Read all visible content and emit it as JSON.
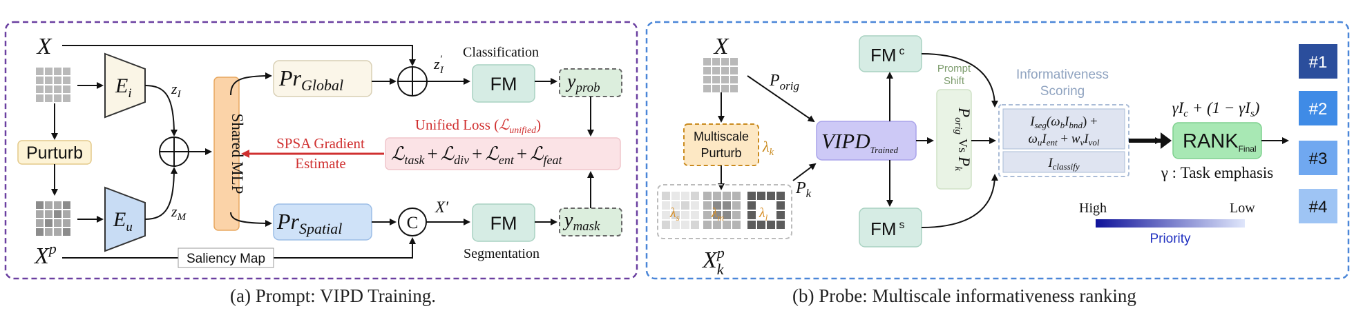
{
  "panel_a": {
    "caption": "(a) Prompt: VIPD Training.",
    "x_label": "X",
    "xp_label": "X",
    "xp_sup": "p",
    "perturb": "Purturb",
    "enc_i": "E",
    "enc_i_sub": "i",
    "enc_u": "E",
    "enc_u_sub": "u",
    "z_i": "z",
    "z_i_sub": "I",
    "z_m": "z",
    "z_m_sub": "M",
    "shared_mlp": "Shared MLP",
    "pr_global": "Pr",
    "pr_global_sub": "Global",
    "pr_spatial": "Pr",
    "pr_spatial_sub": "Spatial",
    "z_i_prime": "z",
    "z_i_prime_sup": "′",
    "z_i_prime_sub": "I",
    "x_prime": "X′",
    "classification": "Classification",
    "segmentation": "Segmentation",
    "fm": "FM",
    "y": "y",
    "y_prob_sub": "prob",
    "y_mask_sub": "mask",
    "concat": "C",
    "unified_loss": "Unified Loss (",
    "unified_loss_sym": "ℒ",
    "unified_loss_sub": "unified",
    "unified_loss_end": ")",
    "loss_l": "ℒ",
    "loss_task": "task",
    "loss_div": "div",
    "loss_ent": "ent",
    "loss_feat": "feat",
    "plus": "+",
    "spsa_line1": "SPSA Gradient",
    "spsa_line2": "Estimate",
    "saliency": "Saliency Map"
  },
  "panel_b": {
    "caption": "(b) Probe: Multiscale informativeness ranking",
    "x_label": "X",
    "p_orig": "P",
    "p_orig_sub": "orig",
    "p_k": "P",
    "p_k_sub": "k",
    "multiscale_line1": "Multiscale",
    "multiscale_line2": "Purturb",
    "lambda": "λ",
    "lambda_k": "k",
    "lambda_s": "s",
    "lambda_m": "m",
    "lambda_l": "l",
    "xkp": "X",
    "xkp_sup": "p",
    "xkp_sub": "k",
    "vipd": "VIPD",
    "vipd_sub": "Trained",
    "fm": "FM",
    "fm_c": "c",
    "fm_s": "s",
    "prompt_shift_1": "Prompt",
    "prompt_shift_2": "Shift",
    "shift_text": "P",
    "shift_vs": "Vs",
    "info_1": "Informativeness",
    "info_2": "Scoring",
    "i_seg_line1": "I",
    "i_seg_sub": "seg",
    "i_seg_rest": "(ω",
    "i_seg_b": "b",
    "i_seg_i": "I",
    "i_seg_bnd": "bnd",
    "i_seg_close": ") +",
    "i_seg_l2_w": "ω",
    "i_seg_l2_u": "u",
    "i_seg_l2_i": "I",
    "i_seg_l2_ent": "ent",
    "i_seg_l2_plus": " + ",
    "i_seg_l2_wv": "w",
    "i_seg_l2_v": "v",
    "i_seg_l2_iv": "I",
    "i_seg_l2_vol": "vol",
    "i_classify": "I",
    "i_classify_sub": "classify",
    "gamma_formula_1": "γI",
    "gamma_formula_c": "c",
    "gamma_formula_2": " + (1 − γI",
    "gamma_formula_s": "s",
    "gamma_formula_3": ")",
    "rank": "RANK",
    "rank_sub": "Final",
    "gamma_note": "γ : Task emphasis",
    "high": "High",
    "low": "Low",
    "priority": "Priority",
    "ranks": [
      "#1",
      "#2",
      "#3",
      "#4"
    ]
  },
  "colors": {
    "panel_a_border": "#6a3fa0",
    "panel_b_border": "#4a86d8",
    "loss_red": "#d03030",
    "perturb_fill": "#fdf3d6",
    "encoder_i_fill": "#faf5e6",
    "encoder_u_fill": "#c8dcf4",
    "mlp_fill": "#fbd3a8",
    "pr_global_fill": "#fbf6e9",
    "pr_spatial_fill": "#cfe2f8",
    "fm_fill": "#d6ece4",
    "y_fill": "#dceedd",
    "loss_fill": "#fbe3e6",
    "vipd_fill": "#cdc9f6",
    "rank_fill": "#a8e8b4",
    "rank_colors": [
      "#2b4e9c",
      "#3f8be6",
      "#70a8f0",
      "#9ec4f4"
    ],
    "priority_blue": "#2030c0",
    "info_grey": "#8fa3c0",
    "prompt_green": "#7a9a6a"
  }
}
